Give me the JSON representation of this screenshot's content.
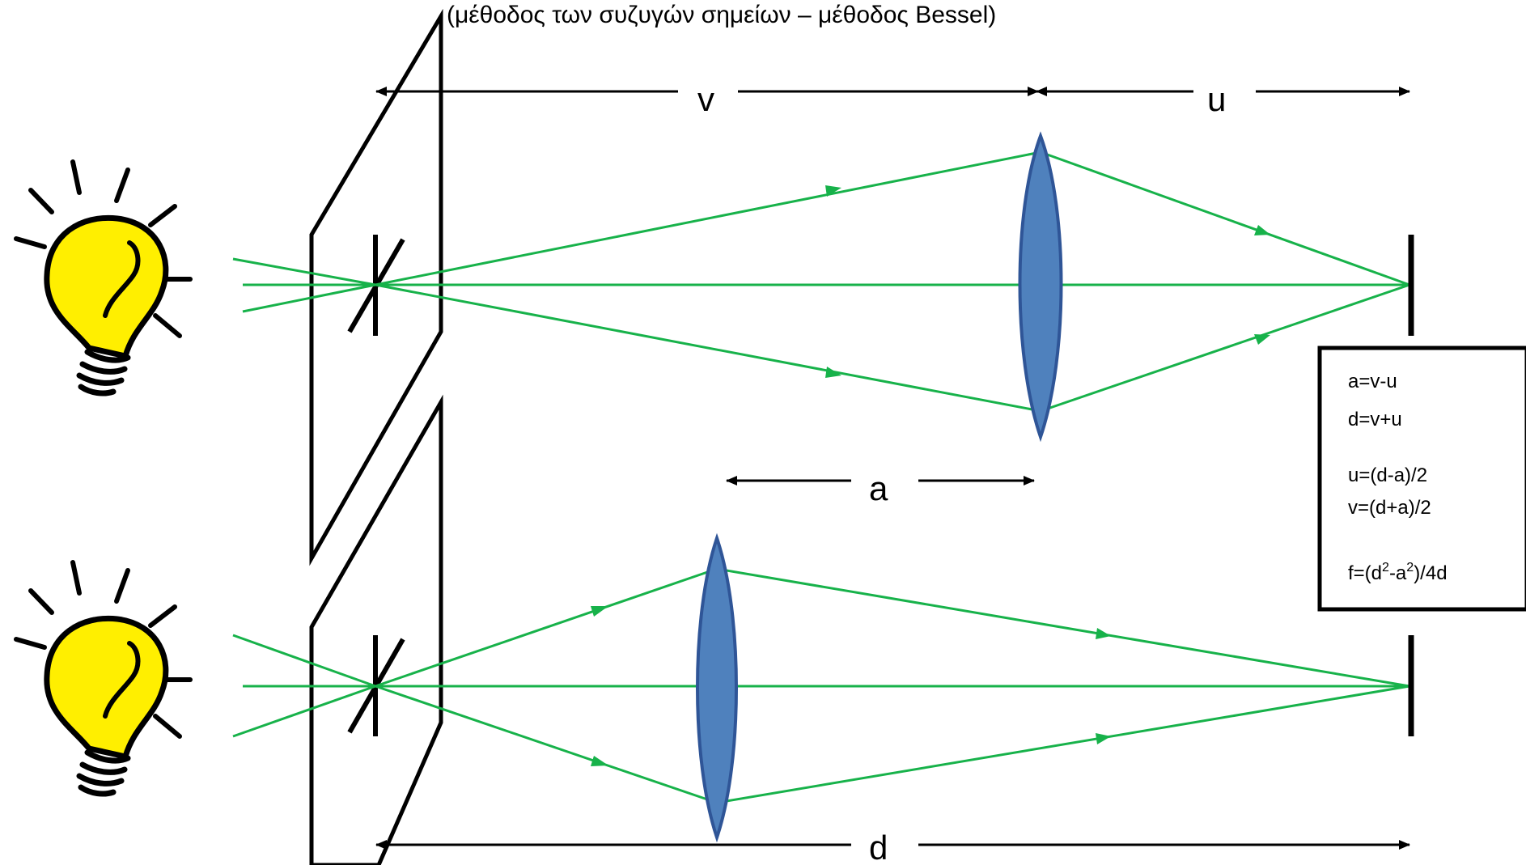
{
  "title": "(μέθοδος των συζυγών σημείων – μέθοδος Bessel)",
  "labels": {
    "v": "v",
    "u": "u",
    "a": "a",
    "d": "d"
  },
  "formulas": {
    "line1": "a=v-u",
    "line2": "d=v+u",
    "line3": "u=(d-a)/2",
    "line4": "v=(d+a)/2",
    "line5_prefix": "f=(d",
    "line5_sup1": "2",
    "line5_mid": "-a",
    "line5_sup2": "2",
    "line5_suffix": ")/4d"
  },
  "colors": {
    "ray": "#17b24a",
    "lens_fill": "#4f81bd",
    "lens_stroke": "#2f5597",
    "bulb": "#ffef00",
    "outline": "#000000"
  },
  "icons": [
    "light-bulb-icon",
    "slit-screen",
    "lens",
    "image-screen"
  ]
}
